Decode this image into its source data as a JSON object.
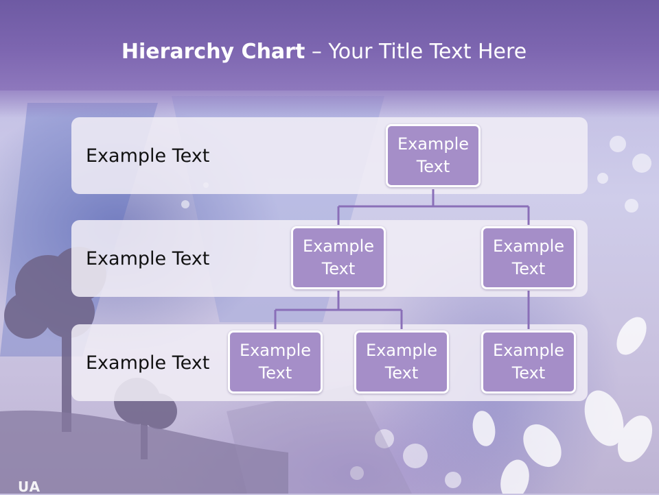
{
  "slide": {
    "title_bold": "Hierarchy Chart",
    "title_rest": " – Your Title Text Here"
  },
  "levels": [
    {
      "label": "Example Text"
    },
    {
      "label": "Example Text"
    },
    {
      "label": "Example Text"
    }
  ],
  "nodes": [
    {
      "text": "Example Text"
    },
    {
      "text": "Example Text"
    },
    {
      "text": "Example Text"
    },
    {
      "text": "Example Text"
    },
    {
      "text": "Example Text"
    },
    {
      "text": "Example Text"
    }
  ],
  "logo_text": "UA",
  "colors": {
    "header": "#7d66b0",
    "node_fill": "#a58ec8",
    "node_border": "#ffffff",
    "connector": "#8a6fb8",
    "band_fill": "#f1edf6"
  }
}
